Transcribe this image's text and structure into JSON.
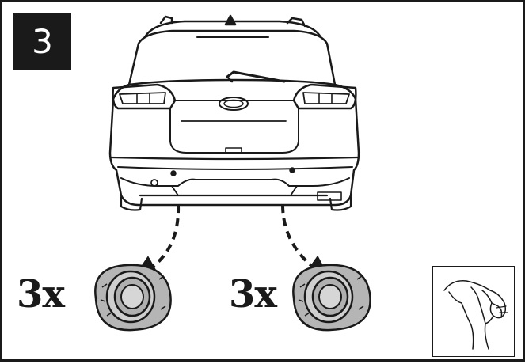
{
  "step": {
    "number": "3"
  },
  "sensors": [
    {
      "count_label": "3x"
    },
    {
      "count_label": "3x"
    }
  ],
  "icons": {
    "car": "car-rear-icon",
    "sensor": "parking-sensor-icon",
    "arrow": "dashed-arrow-icon",
    "hand": "hand-press-icon"
  },
  "colors": {
    "ink": "#1a1a1a",
    "badge_bg": "#1a1a1a",
    "badge_text": "#ffffff",
    "sensor_fill": "#b5b5b5"
  }
}
